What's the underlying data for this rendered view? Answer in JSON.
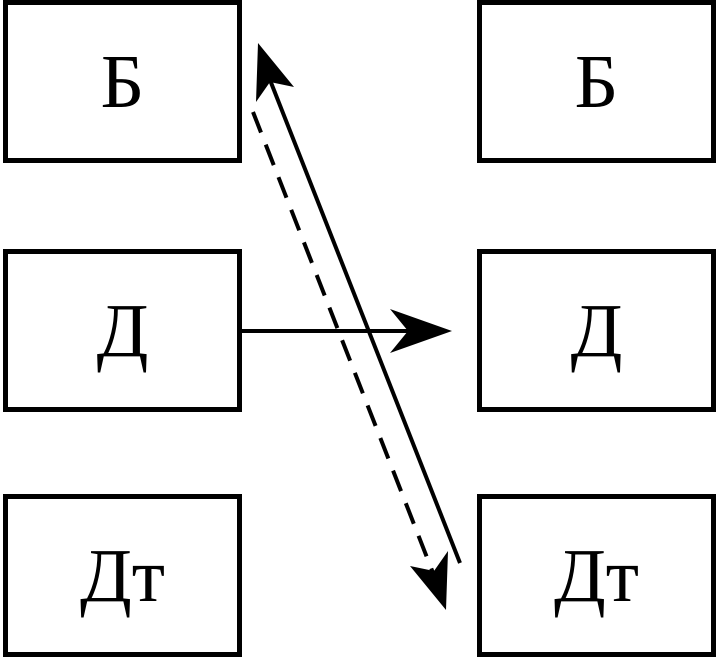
{
  "left_column": {
    "b": "Б",
    "d": "Д",
    "dt": "Дт"
  },
  "right_column": {
    "b": "Б",
    "d": "Д",
    "dt": "Дт"
  },
  "colors": {
    "stroke": "#000000",
    "background": "#ffffff"
  }
}
